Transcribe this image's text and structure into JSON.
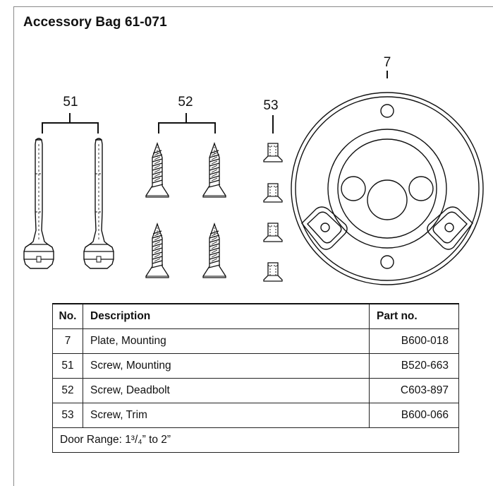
{
  "title": "Accessory Bag 61-071",
  "callouts": {
    "item_7": "7",
    "item_51": "51",
    "item_52": "52",
    "item_53": "53"
  },
  "table": {
    "headers": {
      "no": "No.",
      "description": "Description",
      "part_no": "Part no."
    },
    "rows": [
      {
        "no": "7",
        "description": "Plate, Mounting",
        "part_no": "B600-018"
      },
      {
        "no": "51",
        "description": "Screw, Mounting",
        "part_no": "B520-663"
      },
      {
        "no": "52",
        "description": "Screw, Deadbolt",
        "part_no": "C603-897"
      },
      {
        "no": "53",
        "description": "Screw, Trim",
        "part_no": "B600-066"
      }
    ],
    "footer_note": "Door Range: 1³/₄” to 2”"
  }
}
